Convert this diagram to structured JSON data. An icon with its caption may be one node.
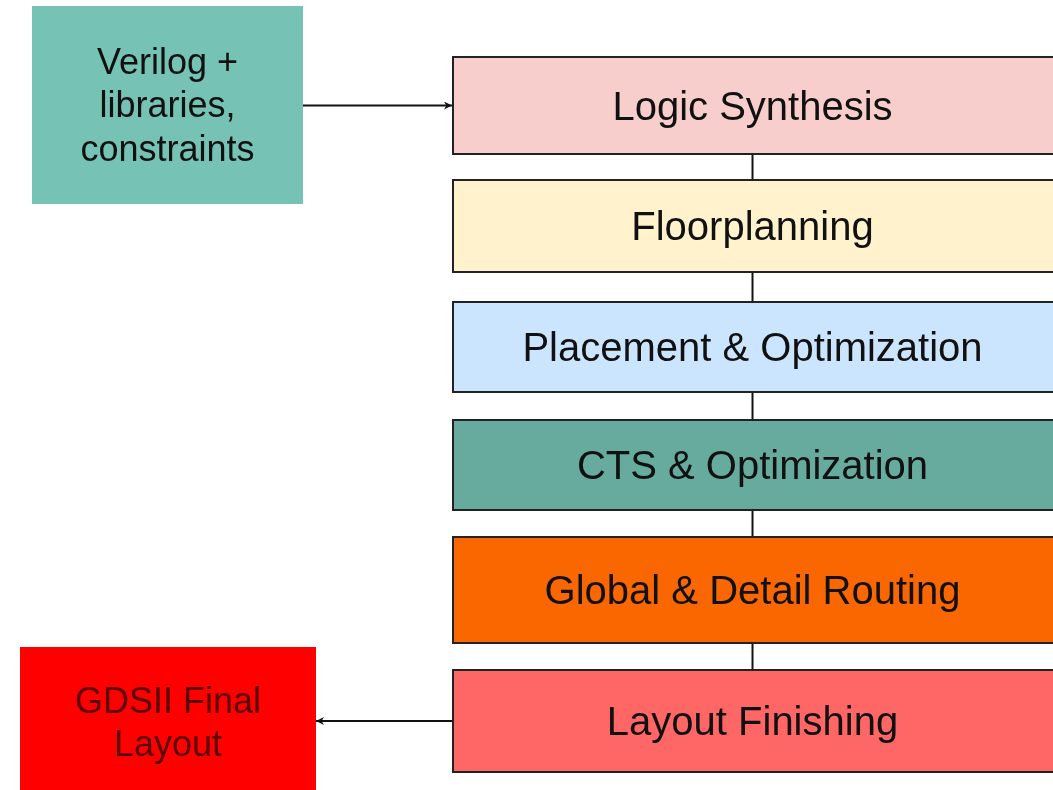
{
  "diagram": {
    "nodes": [
      {
        "text": [
          "Verilog + libraries, constraints"
        ]
      },
      {
        "text": [
          "Logic Synthesis"
        ]
      },
      {
        "text": [
          "Floorplanning"
        ]
      },
      {
        "text": [
          "Placement & Optimization"
        ]
      },
      {
        "text": [
          "CTS & Optimization"
        ]
      },
      {
        "text": [
          "Global & Detail Routing"
        ]
      },
      {
        "text": [
          "Layout Finishing"
        ]
      },
      {
        "text": [
          "GDSII Final Layout"
        ]
      }
    ],
    "edges": [
      {
        "from": 0,
        "to": 1,
        "arrow": "to"
      },
      {
        "from": 1,
        "to": 2,
        "arrow": "none"
      },
      {
        "from": 2,
        "to": 3,
        "arrow": "none"
      },
      {
        "from": 3,
        "to": 4,
        "arrow": "none"
      },
      {
        "from": 4,
        "to": 5,
        "arrow": "none"
      },
      {
        "from": 5,
        "to": 6,
        "arrow": "none"
      },
      {
        "from": 6,
        "to": 7,
        "arrow": "to"
      }
    ]
  }
}
